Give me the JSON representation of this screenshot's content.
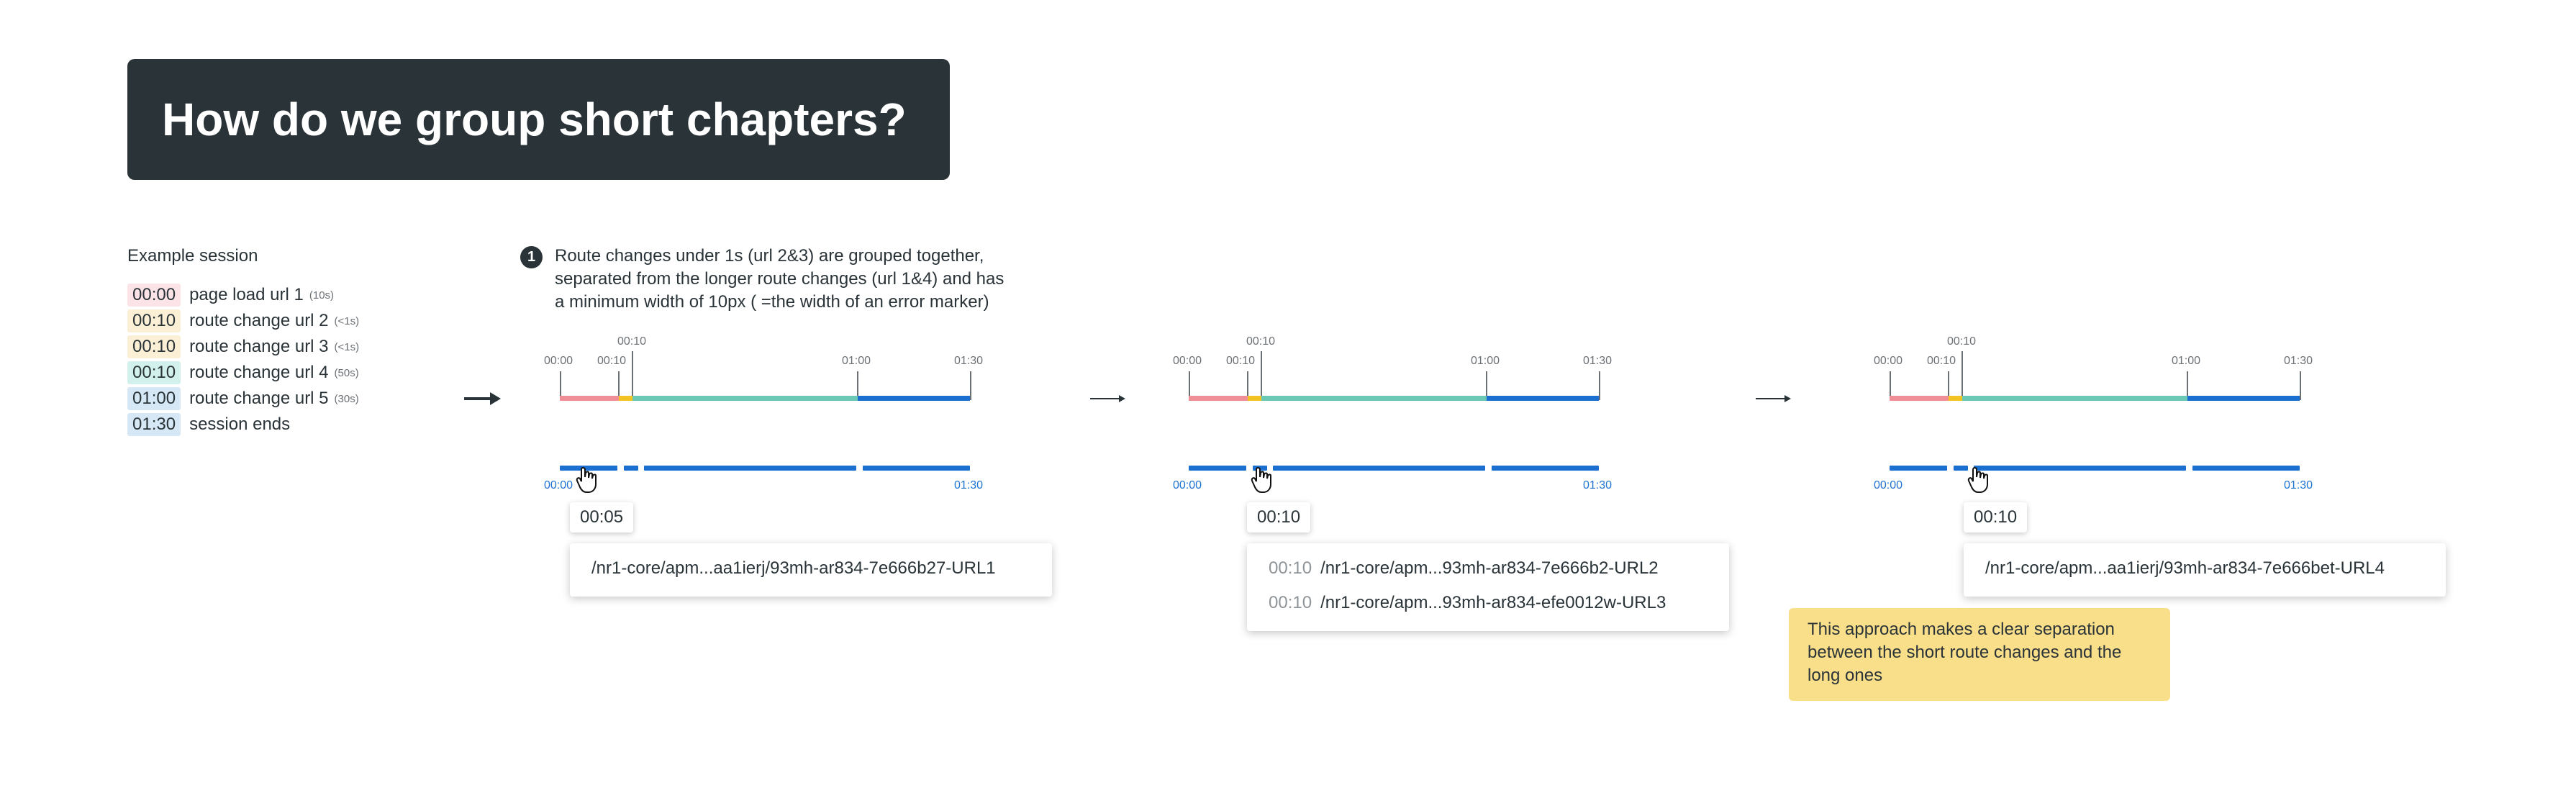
{
  "title": "How do we group short chapters?",
  "legend": {
    "heading": "Example session",
    "items": [
      {
        "time": "00:00",
        "label": "page load url 1",
        "note": "(10s)",
        "color": "#fbe3e7"
      },
      {
        "time": "00:10",
        "label": "route change url 2",
        "note": "(<1s)",
        "color": "#fbf0d6"
      },
      {
        "time": "00:10",
        "label": "route change url 3",
        "note": "(<1s)",
        "color": "#fbf0d6"
      },
      {
        "time": "00:10",
        "label": "route change url 4",
        "note": "(50s)",
        "color": "#d3f1ec"
      },
      {
        "time": "01:00",
        "label": "route change url 5",
        "note": "(30s)",
        "color": "#d6e8f6"
      },
      {
        "time": "01:30",
        "label": "session ends",
        "note": "",
        "color": "#d6e8f6"
      }
    ]
  },
  "description": {
    "step": "1",
    "lines": [
      "Route changes under 1s (url 2&3) are grouped together,",
      "separated from the longer route changes (url 1&4) and has",
      "a minimum width of 10px ( =the width of an error marker)"
    ]
  },
  "colors": {
    "url1": "#f08e96",
    "url23": "#f2c323",
    "url4": "#6bc8b4",
    "url5": "#1b6fd0",
    "chapter_bar": "#1b6fd0",
    "note_bg": "#fadf8a",
    "title_bg": "#293338"
  },
  "timelines": [
    {
      "ticks": {
        "start": "00:00",
        "first": "00:10",
        "raised": "00:10",
        "mid": "01:00",
        "end": "01:30"
      },
      "bottom": {
        "start": "00:00",
        "end": "01:30"
      },
      "chip": "00:05",
      "tooltip_rows": [
        {
          "time": "",
          "path": "/nr1-core/apm...aa1ierj/93mh-ar834-7e666b27-URL1"
        }
      ]
    },
    {
      "ticks": {
        "start": "00:00",
        "first": "00:10",
        "raised": "00:10",
        "mid": "01:00",
        "end": "01:30"
      },
      "bottom": {
        "start": "00:00",
        "end": "01:30"
      },
      "chip": "00:10",
      "tooltip_rows": [
        {
          "time": "00:10",
          "path": "/nr1-core/apm...93mh-ar834-7e666b2-URL2"
        },
        {
          "time": "00:10",
          "path": "/nr1-core/apm...93mh-ar834-efe0012w-URL3"
        }
      ]
    },
    {
      "ticks": {
        "start": "00:00",
        "first": "00:10",
        "raised": "00:10",
        "mid": "01:00",
        "end": "01:30"
      },
      "bottom": {
        "start": "00:00",
        "end": "01:30"
      },
      "chip": "00:10",
      "tooltip_rows": [
        {
          "time": "",
          "path": "/nr1-core/apm...aa1ierj/93mh-ar834-7e666bet-URL4"
        }
      ]
    }
  ],
  "note": "This approach makes a clear separation between the short route changes and the long ones",
  "icons": {
    "arrow": "arrow-right-icon",
    "cursor": "hand-pointer-icon"
  }
}
